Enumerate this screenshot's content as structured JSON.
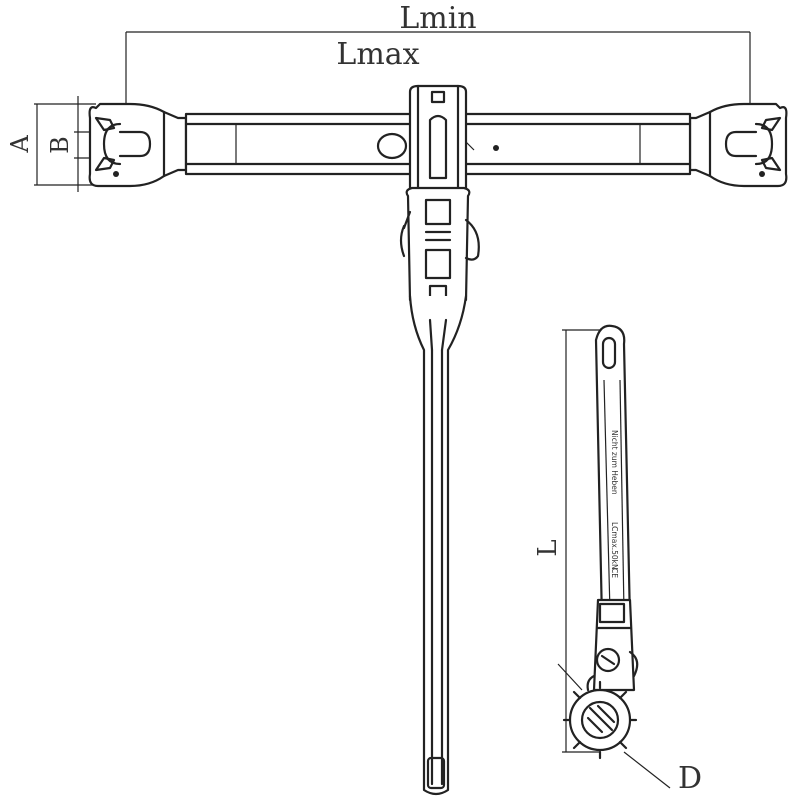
{
  "dimensions": {
    "lmin": "Lmin",
    "lmax": "Lmax",
    "a": "A",
    "b": "B",
    "l": "L",
    "d": "D"
  },
  "lever_marking": {
    "line1": "Nicht zum Heben",
    "line2": "LCmax.50kN",
    "line3": "CE"
  },
  "colors": {
    "line": "#222222",
    "background": "#ffffff",
    "hatch": "#444444"
  }
}
